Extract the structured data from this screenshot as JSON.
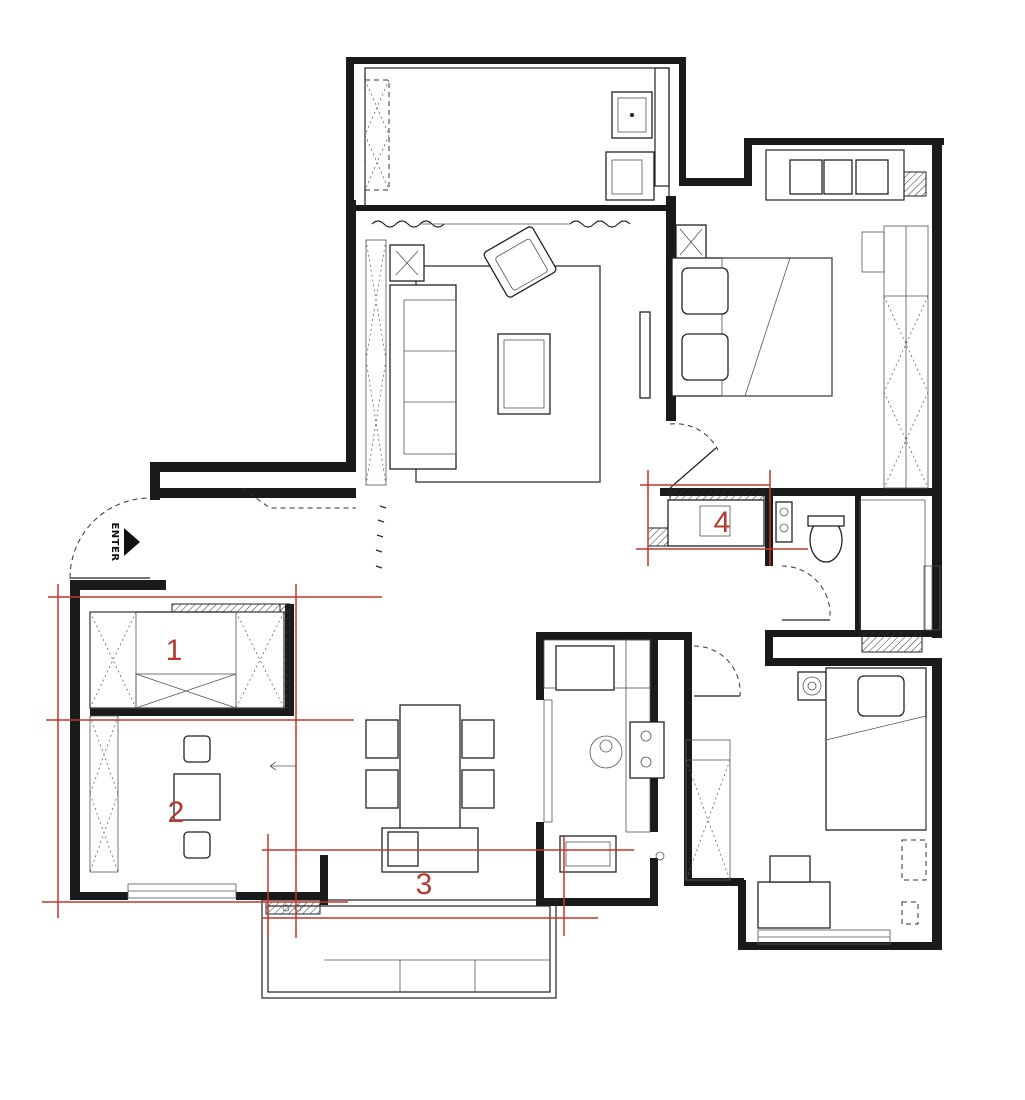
{
  "plan": {
    "entrance_label": "ENTER",
    "zones": [
      {
        "label": "1"
      },
      {
        "label": "2"
      },
      {
        "label": "3"
      },
      {
        "label": "4"
      }
    ],
    "colors": {
      "wall": "#1a1a1a",
      "markup": "#c0392b",
      "zone_label": "#b23a2e"
    }
  }
}
